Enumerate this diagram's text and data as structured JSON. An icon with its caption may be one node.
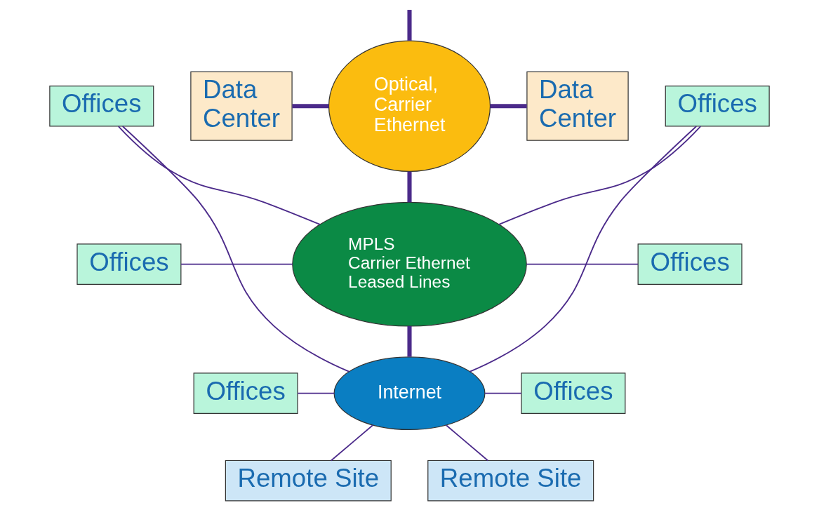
{
  "diagram": {
    "nodes": [
      {
        "text": [
          "Data Center"
        ]
      },
      {
        "text": [
          "Optical, Carrier Ethernet"
        ]
      },
      {
        "text": [
          "Data Center"
        ]
      },
      {
        "text": [
          "Offices"
        ]
      },
      {
        "text": [
          "MPLS Carrier Ethernet Leased Lines"
        ]
      },
      {
        "text": [
          "Offices"
        ]
      },
      {
        "text": [
          "Offices"
        ]
      },
      {
        "text": [
          "Offices"
        ]
      },
      {
        "text": [
          "Offices"
        ]
      },
      {
        "text": [
          "Internet"
        ]
      },
      {
        "text": [
          "Offices"
        ]
      },
      {
        "text": [
          "Remote Site"
        ]
      },
      {
        "text": [
          "Remote Site"
        ]
      }
    ],
    "edges": [
      {
        "from": null,
        "to": 1,
        "arrow": "none",
        "style": "thick"
      },
      {
        "from": 0,
        "to": 1,
        "arrow": "none",
        "style": "thick"
      },
      {
        "from": 1,
        "to": 2,
        "arrow": "none",
        "style": "thick"
      },
      {
        "from": 1,
        "to": 4,
        "arrow": "none",
        "style": "thick"
      },
      {
        "from": 3,
        "to": 4,
        "arrow": "none"
      },
      {
        "from": 4,
        "to": 5,
        "arrow": "none"
      },
      {
        "from": 6,
        "to": 4,
        "arrow": "none"
      },
      {
        "from": 6,
        "to": 9,
        "arrow": "none"
      },
      {
        "from": 7,
        "to": 4,
        "arrow": "none"
      },
      {
        "from": 7,
        "to": 9,
        "arrow": "none"
      },
      {
        "from": 4,
        "to": 9,
        "arrow": "none",
        "style": "thick"
      },
      {
        "from": 8,
        "to": 9,
        "arrow": "none"
      },
      {
        "from": 9,
        "to": 10,
        "arrow": "none"
      },
      {
        "from": 11,
        "to": 9,
        "arrow": "none"
      },
      {
        "from": 9,
        "to": 12,
        "arrow": "none"
      }
    ]
  }
}
